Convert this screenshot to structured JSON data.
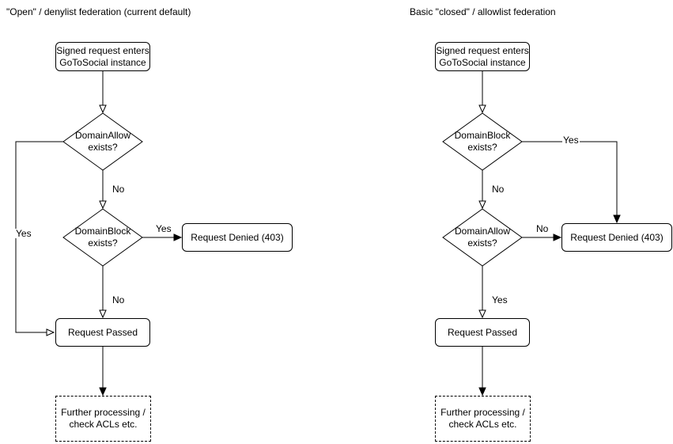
{
  "colors": {
    "background": "#ffffff",
    "stroke": "#000000",
    "text": "#000000"
  },
  "diagrams": [
    {
      "title": "\"Open\" / denylist federation (current default)",
      "nodes": {
        "start": "Signed request enters\nGoToSocial instance",
        "decision1": "DomainAllow\nexists?",
        "decision2": "DomainBlock\nexists?",
        "denied": "Request Denied (403)",
        "passed": "Request Passed",
        "further": "Further processing /\ncheck ACLs etc."
      },
      "edge_labels": {
        "decision1_down": "No",
        "decision1_branch": "Yes",
        "decision2_down": "No",
        "decision2_branch": "Yes"
      }
    },
    {
      "title": "Basic \"closed\" / allowlist federation",
      "nodes": {
        "start": "Signed request enters\nGoToSocial instance",
        "decision1": "DomainBlock\nexists?",
        "decision2": "DomainAllow\nexists?",
        "denied": "Request Denied (403)",
        "passed": "Request Passed",
        "further": "Further processing /\ncheck ACLs etc."
      },
      "edge_labels": {
        "decision1_down": "No",
        "decision1_branch": "Yes",
        "decision2_down": "Yes",
        "decision2_branch": "No"
      }
    }
  ]
}
